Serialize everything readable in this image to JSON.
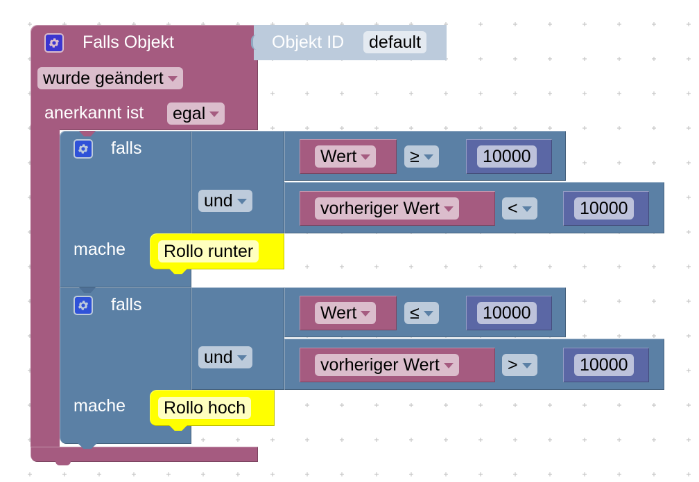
{
  "event_block": {
    "title": "Falls Objekt",
    "object_id_label": "Objekt ID",
    "object_id_value": "default",
    "trigger_dropdown": "wurde geändert",
    "ack_label": "anerkannt ist",
    "ack_dropdown": "egal"
  },
  "if_blocks": [
    {
      "if_label": "falls",
      "do_label": "mache",
      "logic_operator": "und",
      "conditions": [
        {
          "variable": "Wert",
          "operator": "≥",
          "value": "10000"
        },
        {
          "variable": "vorheriger Wert",
          "operator": "<",
          "value": "10000"
        }
      ],
      "action_text": "Rollo runter"
    },
    {
      "if_label": "falls",
      "do_label": "mache",
      "logic_operator": "und",
      "conditions": [
        {
          "variable": "Wert",
          "operator": "≤",
          "value": "10000"
        },
        {
          "variable": "vorheriger Wert",
          "operator": ">",
          "value": "10000"
        }
      ],
      "action_text": "Rollo hoch"
    }
  ],
  "colors": {
    "event": "#a55b80",
    "control": "#5b80a5",
    "number": "#5b67a5",
    "text": "#ffff00",
    "object_id": "#bccbdc"
  }
}
